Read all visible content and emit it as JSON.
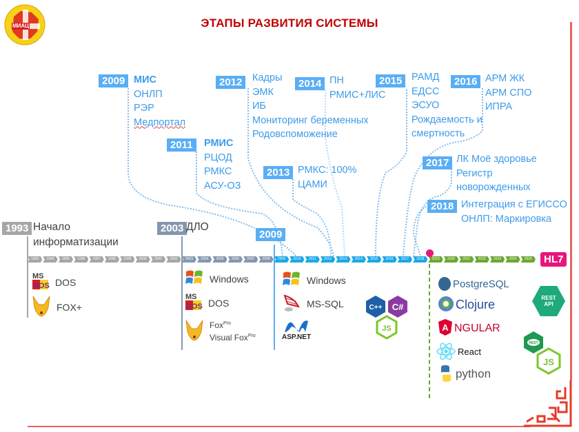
{
  "title": "ЭТАПЫ РАЗВИТИЯ СИСТЕМЫ",
  "logo": {
    "text": "МИАЦ",
    "icon": "miac-logo"
  },
  "colors": {
    "title": "#c00000",
    "blue": "#5aaef5",
    "grey": "#a6a6a6",
    "slate": "#8497b0",
    "green": "#6aa82e",
    "magenta": "#e7157c",
    "border": "#e8615f"
  },
  "milestones": [
    {
      "year": "2009",
      "items": [
        "МИС",
        "ОНЛП",
        "РЭР",
        "Медпортал"
      ]
    },
    {
      "year": "2012",
      "items": [
        "Кадры",
        "ЭМК",
        "ИБ",
        "Мониторинг беременных",
        "Родовспоможение"
      ]
    },
    {
      "year": "2014",
      "items": [
        "ПН",
        "РМИС+ЛИС"
      ]
    },
    {
      "year": "2015",
      "items": [
        "РАМД",
        "ЕДСС",
        "ЭСУО",
        "Рождаемость и",
        "смертность"
      ]
    },
    {
      "year": "2016",
      "items": [
        "АРМ ЖК",
        "АРМ СПО",
        "ИПРА"
      ]
    },
    {
      "year": "2011",
      "items": [
        "РМИС",
        "РЦОД",
        "РМКС",
        "АСУ-ОЗ"
      ]
    },
    {
      "year": "2013",
      "items": [
        "РМКС: 100%",
        "ЦАМИ"
      ]
    },
    {
      "year": "2017",
      "items": [
        "ЛК Моё здоровье",
        "Регистр",
        "новорожденных"
      ]
    },
    {
      "year": "2018",
      "items": [
        "Интеграция с ЕГИССО",
        "ОНЛП: Маркировка"
      ]
    }
  ],
  "eras": [
    {
      "year": "1993",
      "label_line1": "Начало",
      "label_line2": "информатизации",
      "tech": [
        {
          "icon": "ms-dos-icon",
          "label": "DOS"
        },
        {
          "icon": "foxpro-icon",
          "label": "FOX+"
        }
      ]
    },
    {
      "year": "2003",
      "label_line1": "ДЛО",
      "label_line2": "",
      "tech": [
        {
          "icon": "windows-icon",
          "label": "Windows"
        },
        {
          "icon": "ms-dos-icon",
          "label": "DOS"
        },
        {
          "icon": "foxpro-icon",
          "label": "Fox",
          "sup": "Pro",
          "label2": "Visual Fox",
          "sup2": "Pro"
        }
      ]
    },
    {
      "year": "2009",
      "label_line1": "",
      "label_line2": "",
      "tech": [
        {
          "icon": "windows-icon",
          "label": "Windows"
        },
        {
          "icon": "ms-sql-icon",
          "label": "MS-SQL"
        },
        {
          "icon": "aspnet-icon",
          "label": "ASP.NET"
        }
      ]
    }
  ],
  "langs": {
    "cpp": "C++",
    "csharp": "C#",
    "js": "JS"
  },
  "future_tech": [
    "PostgreSQL",
    "Clojure",
    "NGULAR",
    "React",
    "python"
  ],
  "rest": {
    "api": "REST API",
    "small": "REST",
    "js": "JS"
  },
  "hl7": "HL7",
  "timeline_years": [
    "1993",
    "1994",
    "1995",
    "1996",
    "1997",
    "1998",
    "1999",
    "2000",
    "2001",
    "2002",
    "2003",
    "2004",
    "2005",
    "2006",
    "2007",
    "2008",
    "2009",
    "2010",
    "2011",
    "2012",
    "2013",
    "2014",
    "2015",
    "2016",
    "2017",
    "2018",
    "2019",
    "2020",
    "2021",
    "2022",
    "2023",
    "2024",
    "2025"
  ]
}
